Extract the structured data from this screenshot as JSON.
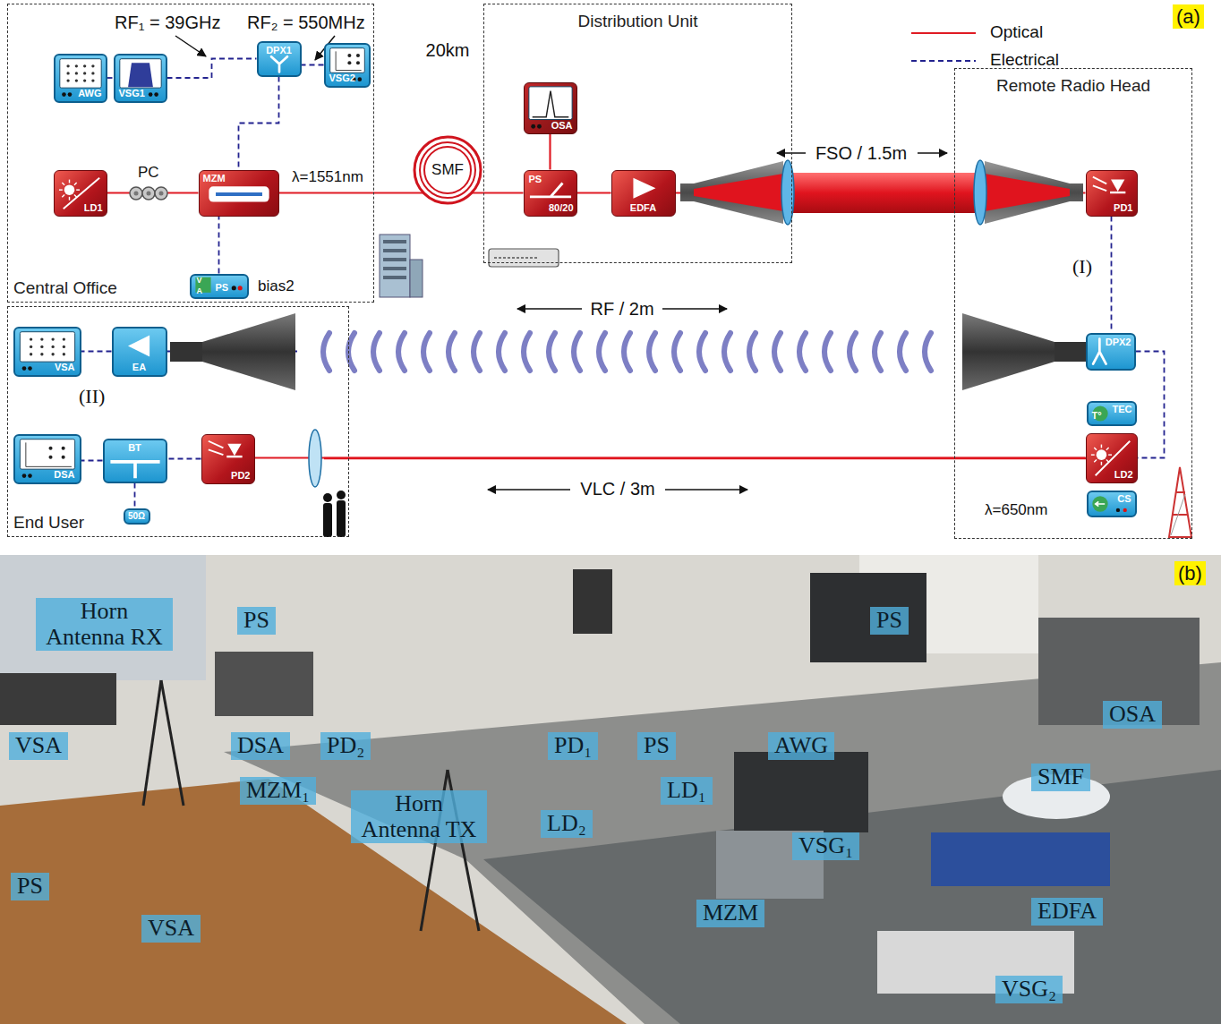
{
  "diagram": {
    "nodes": [
      {
        "text": [
          "Central Office"
        ]
      },
      {
        "text": [
          "AWG"
        ],
        "in": 0
      },
      {
        "text": [
          "VSG1"
        ],
        "in": 0
      },
      {
        "text": [
          "DPX1"
        ],
        "in": 0
      },
      {
        "text": [
          "VSG2"
        ],
        "in": 0
      },
      {
        "text": [
          "LD1"
        ],
        "in": 0
      },
      {
        "text": [
          "MZM"
        ],
        "in": 0
      },
      {
        "text": [
          "V",
          "A",
          "PS"
        ],
        "in": 0
      },
      {
        "text": [
          "Distribution Unit"
        ]
      },
      {
        "text": [
          "OSA"
        ],
        "in": 8
      },
      {
        "text": [
          "PS",
          "80/20"
        ],
        "in": 8
      },
      {
        "text": [
          "EDFA"
        ],
        "in": 8
      },
      {
        "text": [
          "Remote Radio Head"
        ]
      },
      {
        "text": [
          "PD1"
        ],
        "in": 12
      },
      {
        "text": [
          "DPX2"
        ],
        "in": 12
      },
      {
        "text": [
          "T°",
          "TEC"
        ],
        "in": 12
      },
      {
        "text": [
          "LD2"
        ],
        "in": 12
      },
      {
        "text": [
          "CS"
        ],
        "in": 12
      },
      {
        "text": [
          "End User"
        ]
      },
      {
        "text": [
          "VSA"
        ],
        "in": 18
      },
      {
        "text": [
          "EA"
        ],
        "in": 18
      },
      {
        "text": [
          "DSA"
        ],
        "in": 18
      },
      {
        "text": [
          "BT"
        ],
        "in": 18
      },
      {
        "text": [
          "50Ω"
        ],
        "in": 18
      },
      {
        "text": [
          "PD2"
        ],
        "in": 18
      },
      {
        "text": [
          "Horn Antenna RX"
        ]
      },
      {
        "text": [
          "PS"
        ]
      },
      {
        "text": [
          "VSA"
        ]
      },
      {
        "text": [
          "DSA"
        ]
      },
      {
        "text": [
          "PD₂"
        ]
      },
      {
        "text": [
          "MZM₁"
        ]
      },
      {
        "text": [
          "Horn Antenna TX"
        ]
      },
      {
        "text": [
          "PS"
        ]
      },
      {
        "text": [
          "VSA"
        ]
      },
      {
        "text": [
          "PD₁"
        ]
      },
      {
        "text": [
          "PS"
        ]
      },
      {
        "text": [
          "AWG"
        ]
      },
      {
        "text": [
          "LD₁"
        ]
      },
      {
        "text": [
          "LD₂"
        ]
      },
      {
        "text": [
          "VSG₁"
        ]
      },
      {
        "text": [
          "PS"
        ]
      },
      {
        "text": [
          "OSA"
        ]
      },
      {
        "text": [
          "SMF"
        ]
      },
      {
        "text": [
          "EDFA"
        ]
      },
      {
        "text": [
          "MZM"
        ]
      },
      {
        "text": [
          "VSG₂"
        ]
      }
    ],
    "edges": [
      {
        "from": 1,
        "to": 2,
        "arrow": "none"
      },
      {
        "from": 2,
        "to": 3,
        "arrow": "none"
      },
      {
        "from": 4,
        "to": 3,
        "arrow": "none"
      },
      {
        "from": 3,
        "to": 6,
        "arrow": "none"
      },
      {
        "from": 5,
        "to": 6,
        "arrow": "none"
      },
      {
        "from": 7,
        "to": 6,
        "arrow": "none"
      },
      {
        "from": 6,
        "to": 10,
        "arrow": "none"
      },
      {
        "from": 10,
        "to": 9,
        "arrow": "none"
      },
      {
        "from": 10,
        "to": 11,
        "arrow": "none"
      },
      {
        "from": 11,
        "to": 13,
        "arrow": "none"
      },
      {
        "from": 13,
        "to": 14,
        "arrow": "none"
      },
      {
        "from": 14,
        "to": 16,
        "arrow": "none"
      },
      {
        "from": 14,
        "to": 20,
        "arrow": "none"
      },
      {
        "from": 16,
        "to": 24,
        "arrow": "none"
      },
      {
        "from": 20,
        "to": 19,
        "arrow": "none"
      },
      {
        "from": 24,
        "to": 22,
        "arrow": "none"
      },
      {
        "from": 22,
        "to": 21,
        "arrow": "none"
      },
      {
        "from": 22,
        "to": 23,
        "arrow": "none"
      }
    ],
    "labels": [
      "RF₁ = 39GHz",
      "RF₂ = 550MHz",
      "PC",
      "λ=1551nm",
      "bias2",
      "20km",
      "SMF",
      "FSO / 1.5m",
      "(I)",
      "RF / 2m",
      "(II)",
      "VLC / 3m",
      "λ=650nm",
      "(a)",
      "(b)"
    ],
    "legend": [
      {
        "text": "Optical"
      },
      {
        "text": "Electrical"
      }
    ]
  }
}
